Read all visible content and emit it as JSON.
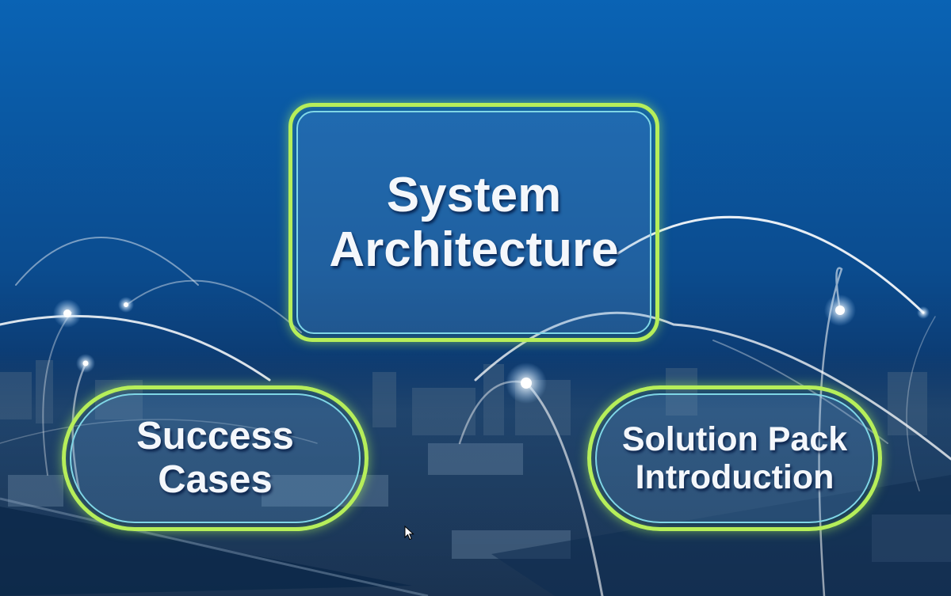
{
  "slide": {
    "boxes": {
      "system_architecture": {
        "line1": "System",
        "line2": "Architecture"
      },
      "success_cases": {
        "line1": "Success",
        "line2": "Cases"
      },
      "solution_pack": {
        "line1": "Solution Pack",
        "line2": "Introduction"
      }
    }
  },
  "colors": {
    "sky_top": "#0a63b4",
    "sky_bottom": "#0c2f5e",
    "box_outer_border": "#b6ee5a",
    "box_inner_border": "#7fd6e6",
    "text": "#f4f7fb"
  },
  "icons": {
    "cursor": "arrow-cursor-icon"
  }
}
